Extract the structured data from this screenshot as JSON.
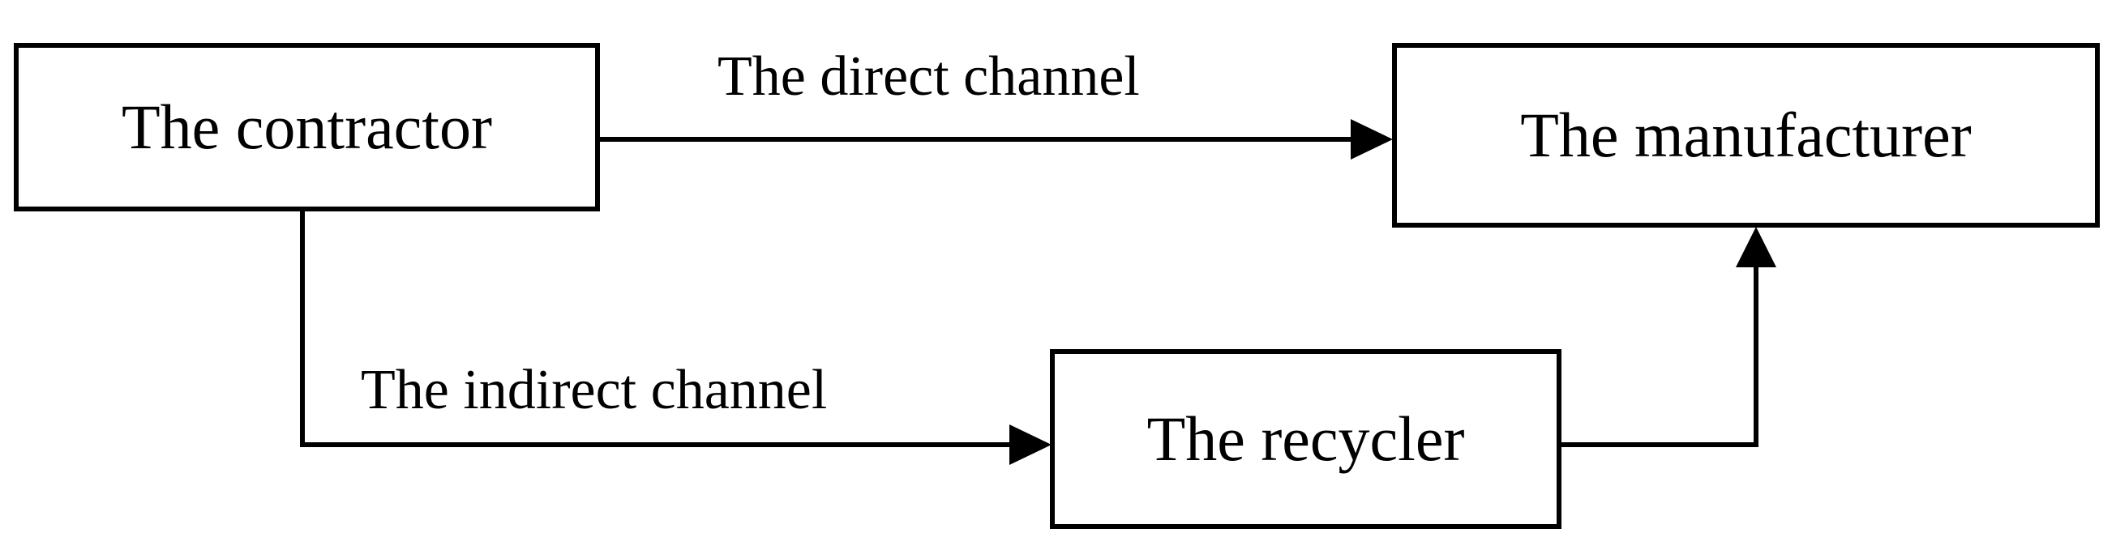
{
  "nodes": {
    "contractor": "The contractor",
    "manufacturer": "The manufacturer",
    "recycler": "The recycler"
  },
  "edges": {
    "direct": "The direct channel",
    "indirect": "The indirect channel"
  },
  "colors": {
    "stroke": "#000000",
    "background": "#ffffff"
  }
}
